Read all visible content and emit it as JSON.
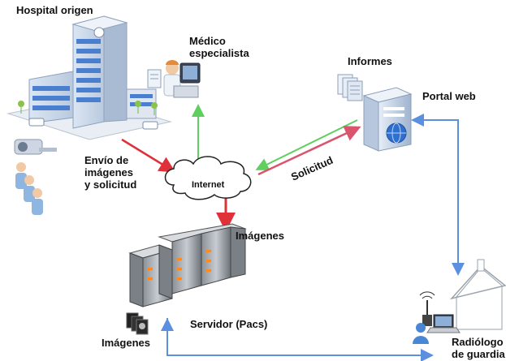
{
  "labels": {
    "hospital": "Hospital origen",
    "medico": "Médico\nespecialista",
    "informes": "Informes",
    "portal": "Portal web",
    "envio": "Envío de\nimágenes\ny solicitud",
    "internet": "Internet",
    "solicitud": "Solicitud",
    "imagenes_flow": "Imágenes",
    "servidor": "Servidor (Pacs)",
    "imagenes_bottom": "Imágenes",
    "radiologo": "Radiólogo\nde guardia"
  },
  "colors": {
    "red_arrow": "#e0303a",
    "pink_arrow": "#d9546e",
    "green_arrow": "#5fcf60",
    "blue_arrow": "#5b8fe0"
  },
  "icons": [
    "hospital-building-icon",
    "patients-group-icon",
    "mri-scanner-icon",
    "doctor-computer-icon",
    "documents-stack-icon",
    "web-server-icon",
    "cloud-icon",
    "server-rack-icon",
    "film-images-icon",
    "house-icon",
    "laptop-icon",
    "wifi-antenna-icon",
    "user-avatar-icon"
  ]
}
